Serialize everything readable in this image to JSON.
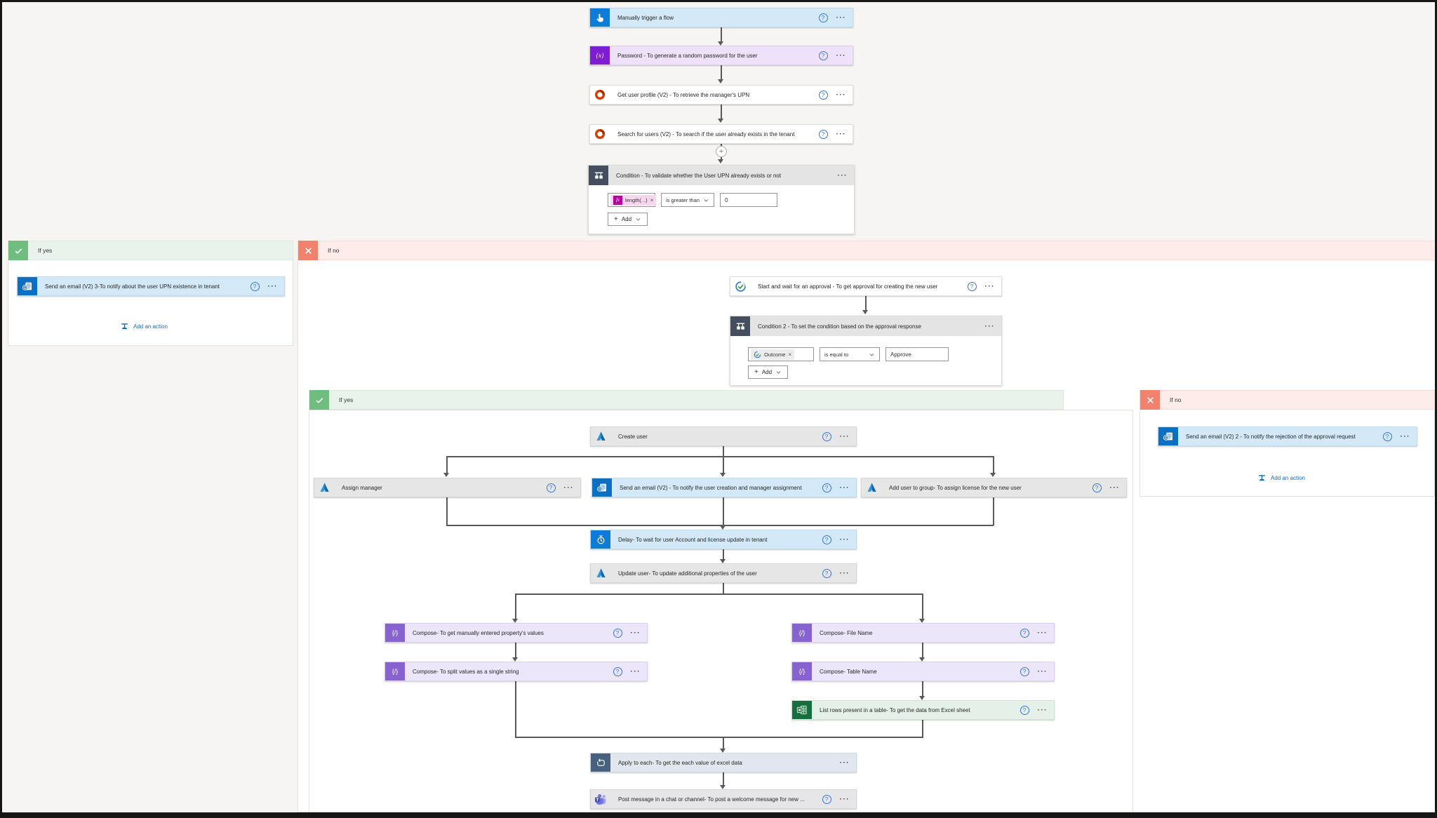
{
  "bands": {
    "if_yes": "If yes",
    "if_no": "If no"
  },
  "actions": {
    "add": "Add",
    "add_an_action": "Add an action"
  },
  "icons": {
    "help": "?",
    "menu": "···",
    "close": "×",
    "plus": "+",
    "variable_glyph": "{x}",
    "compose_glyph": "{/}",
    "fx_glyph": "fx"
  },
  "nodes": {
    "trigger": "Manually trigger a flow",
    "password": "Password - To generate a random password for the user",
    "get_profile": "Get user profile (V2) - To retrieve the manager's UPN",
    "search_users": "Search for users (V2) - To search if the user already exists in the tenant",
    "condition1": "Condition - To validate whether the User UPN already exists or not",
    "email_exists": "Send an email (V2) 3-To notify about the user UPN existence in tenant",
    "approval": "Start and wait for an approval - To get approval for creating the new user",
    "condition2": "Condition 2 - To set the condition based on the approval response",
    "create_user": "Create user",
    "assign_manager": "Assign manager",
    "email_creation": "Send an email (V2) - To notify the user creation and manager assignment",
    "add_to_group": "Add user to group- To assign license for the new user",
    "delay": "Delay- To wait for user Account and license update in tenant",
    "update_user": "Update user- To update additional properties of the user",
    "compose_props": "Compose- To get manually entered property's values",
    "compose_split": "Compose- To split values as a single string",
    "compose_file": "Compose- File Name",
    "compose_table": "Compose- Table Name",
    "list_rows": "List rows present in a table- To get the data from Excel sheet",
    "apply_each": "Apply to each- To get the each value of excel data",
    "post_message": "Post message in a chat or channel- To post a welcome message for new ...",
    "email_reject": "Send an email (V2) 2 - To notify the rejection of the approval request"
  },
  "condition1_row": {
    "operand": "length(...)",
    "operator": "is greater than",
    "value": "0"
  },
  "condition2_row": {
    "operand": "Outcome",
    "operator": "is equal to",
    "value": "Approve"
  },
  "colors": {
    "accent_blue": "#0078d4",
    "variable_purple": "#7d1fd0",
    "compose_purple": "#8763cf",
    "excel_green": "#16703d",
    "apply_slate": "#47617e",
    "condition_slate": "#454e5f",
    "yes_green": "#6fbe7f",
    "no_red": "#f1826e",
    "fx_magenta": "#b4009e"
  }
}
